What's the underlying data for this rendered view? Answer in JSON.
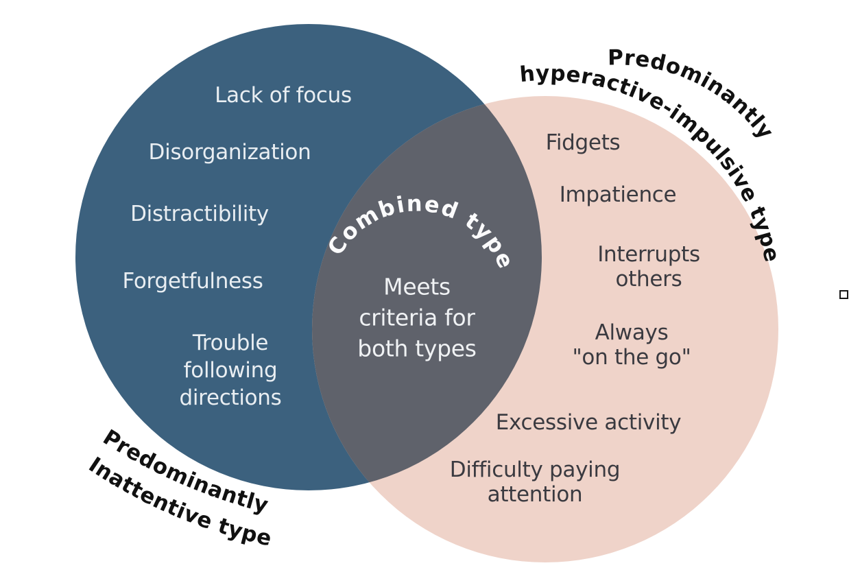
{
  "diagram": {
    "title": "ADHD types venn diagram",
    "background_color": "#ffffff"
  },
  "left_circle": {
    "color": "#3C617E",
    "text_color": "#E9EEF2",
    "curved_label": {
      "line1": "Predominantly",
      "line2": "Inattentive type"
    },
    "items": [
      {
        "lines": [
          "Lack of focus"
        ]
      },
      {
        "lines": [
          "Disorganization"
        ]
      },
      {
        "lines": [
          "Distractibility"
        ]
      },
      {
        "lines": [
          "Forgetfulness"
        ]
      },
      {
        "lines": [
          "Trouble",
          "following",
          "directions"
        ]
      }
    ]
  },
  "right_circle": {
    "color": "#EFD3C9",
    "text_color": "#3A3A40",
    "curved_label": {
      "line1": "Predominantly",
      "line2": "hyperactive-impulsive type"
    },
    "items": [
      {
        "lines": [
          "Fidgets"
        ]
      },
      {
        "lines": [
          "Impatience"
        ]
      },
      {
        "lines": [
          "Interrupts",
          "others"
        ]
      },
      {
        "lines": [
          "Always",
          "\"on the go\""
        ]
      },
      {
        "lines": [
          "Excessive activity"
        ]
      },
      {
        "lines": [
          "Difficulty paying",
          "attention"
        ]
      }
    ]
  },
  "overlap": {
    "color": "#5F626B",
    "curved_label": "Combined type",
    "description": {
      "lines": [
        "Meets",
        "criteria for",
        "both types"
      ]
    }
  },
  "label_color": "#111111"
}
